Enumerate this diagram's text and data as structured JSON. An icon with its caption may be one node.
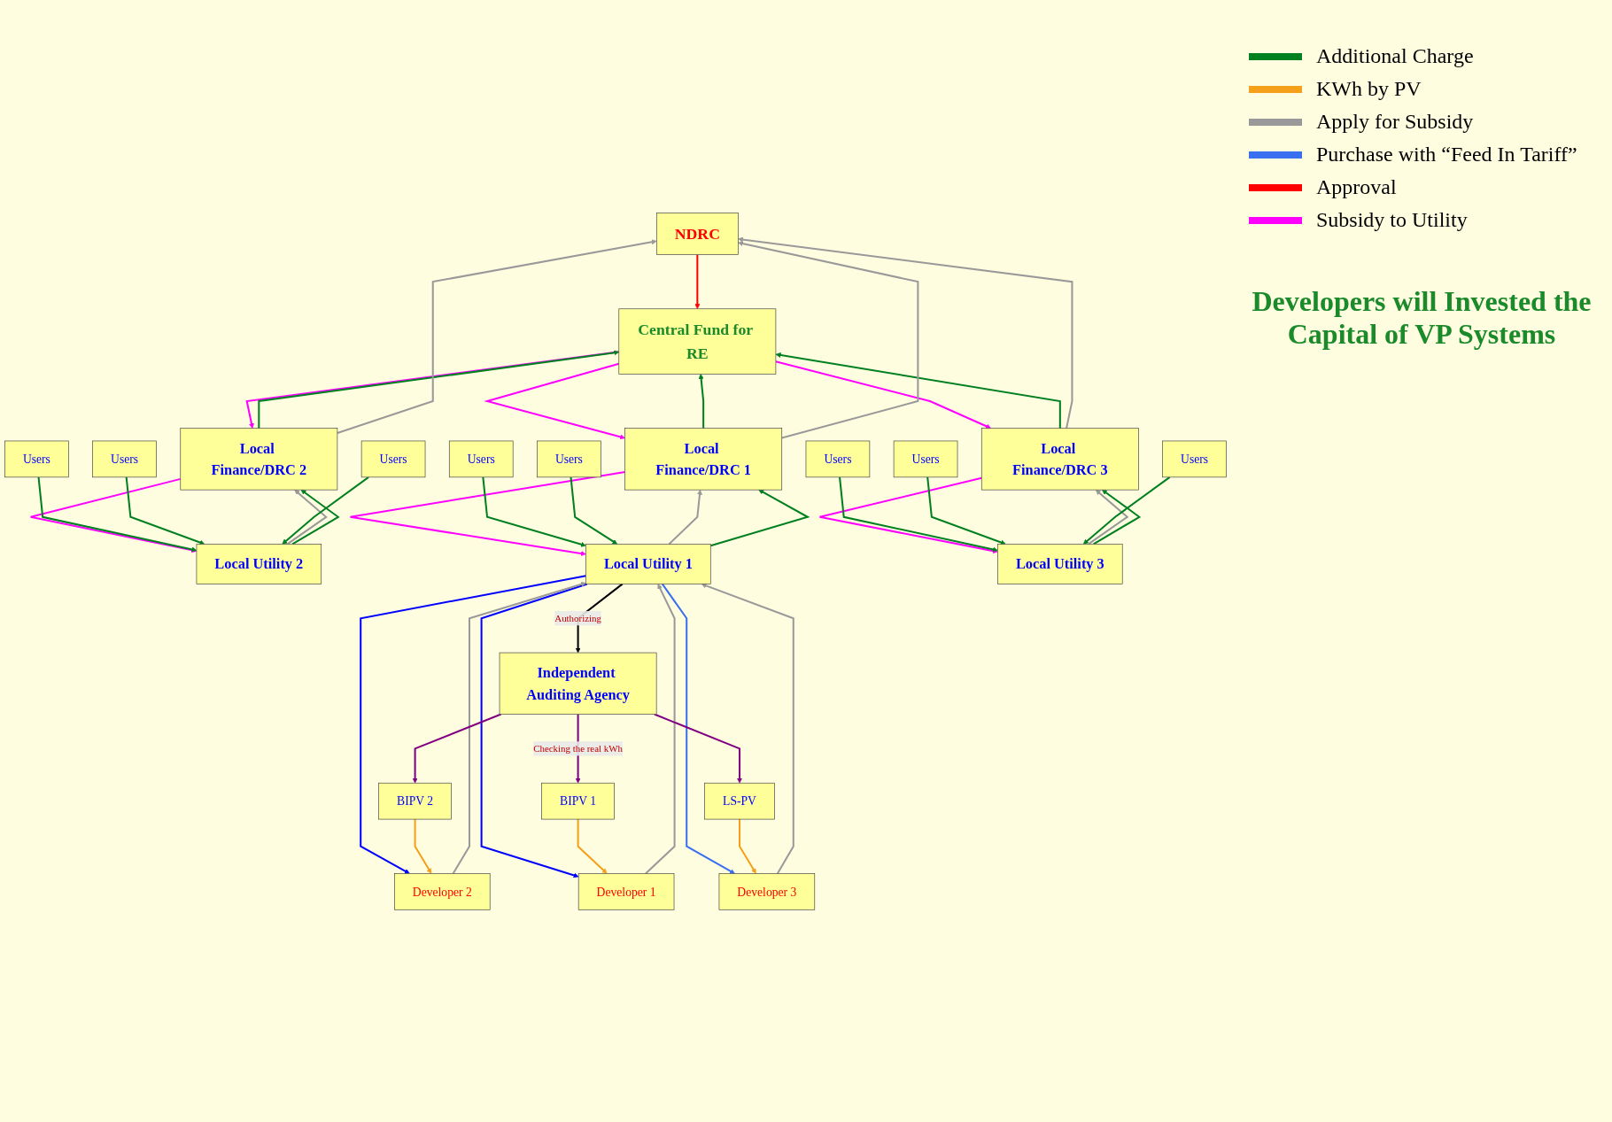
{
  "diagram": {
    "nodes": [
      {
        "text": [
          "Central Fund for RE"
        ]
      },
      {
        "text": [
          "NDRC"
        ]
      },
      {
        "text": [
          "Local Finance/DRC 2"
        ]
      },
      {
        "text": [
          "Local Finance/DRC 1"
        ]
      },
      {
        "text": [
          "Local Finance/DRC 3"
        ]
      },
      {
        "text": [
          "Local Utility 2"
        ]
      },
      {
        "text": [
          "Local Utility 1"
        ]
      },
      {
        "text": [
          "Local Utility 3"
        ]
      },
      {
        "text": [
          "Users"
        ]
      },
      {
        "text": [
          "Users"
        ]
      },
      {
        "text": [
          "Users"
        ]
      },
      {
        "text": [
          "Users"
        ]
      },
      {
        "text": [
          "Users"
        ]
      },
      {
        "text": [
          "Users"
        ]
      },
      {
        "text": [
          "Users"
        ]
      },
      {
        "text": [
          "Users"
        ]
      },
      {
        "text": [
          "Independent Auditing Agency"
        ]
      },
      {
        "text": [
          "Developer 2"
        ]
      },
      {
        "text": [
          "Developer 1"
        ]
      },
      {
        "text": [
          "Developer 3"
        ]
      },
      {
        "text": [
          "BIPV 2"
        ]
      },
      {
        "text": [
          "BIPV 1"
        ]
      },
      {
        "text": [
          "LS-PV"
        ]
      }
    ],
    "edges": [
      {
        "from": 1,
        "to": 0,
        "arrow": "to",
        "color": "#ff0000"
      },
      {
        "from": 0,
        "to": 2,
        "arrow": "to",
        "color": "#ff00ff"
      },
      {
        "from": 0,
        "to": 3,
        "arrow": "to",
        "color": "#ff00ff"
      },
      {
        "from": 0,
        "to": 4,
        "arrow": "to",
        "color": "#ff00ff"
      },
      {
        "from": 2,
        "to": 0,
        "arrow": "to"
      },
      {
        "from": 3,
        "to": 0,
        "arrow": "to"
      },
      {
        "from": 4,
        "to": 0,
        "arrow": "to"
      },
      {
        "from": 2,
        "to": 1,
        "arrow": "to",
        "color": "#999999"
      },
      {
        "from": 3,
        "to": 1,
        "arrow": "to",
        "color": "#999999"
      },
      {
        "from": 4,
        "to": 1,
        "arrow": "to",
        "color": "#999999"
      },
      {
        "from": 2,
        "to": 5,
        "arrow": "to",
        "color": "#ff00ff"
      },
      {
        "from": 5,
        "to": 2,
        "arrow": "to",
        "color": "#999999"
      },
      {
        "from": 5,
        "to": 2,
        "arrow": "to"
      },
      {
        "from": 3,
        "to": 6,
        "arrow": "to",
        "color": "#ff00ff"
      },
      {
        "from": 6,
        "to": 3,
        "arrow": "to",
        "color": "#999999"
      },
      {
        "from": 6,
        "to": 3,
        "arrow": "to"
      },
      {
        "from": 4,
        "to": 7,
        "arrow": "to",
        "color": "#ff00ff"
      },
      {
        "from": 7,
        "to": 4,
        "arrow": "to",
        "color": "#999999"
      },
      {
        "from": 7,
        "to": 4,
        "arrow": "to"
      },
      {
        "from": 8,
        "to": 5,
        "arrow": "to"
      },
      {
        "from": 9,
        "to": 5,
        "arrow": "to"
      },
      {
        "from": 10,
        "to": 5,
        "arrow": "to"
      },
      {
        "from": 11,
        "to": 6,
        "arrow": "to"
      },
      {
        "from": 12,
        "to": 6,
        "arrow": "to"
      },
      {
        "from": 13,
        "to": 7,
        "arrow": "to"
      },
      {
        "from": 14,
        "to": 7,
        "arrow": "to"
      },
      {
        "from": 15,
        "to": 7,
        "arrow": "to"
      },
      {
        "from": 6,
        "to": 16,
        "arrow": "to",
        "label": "Authorizing",
        "color": "#000000"
      },
      {
        "from": 6,
        "to": 17,
        "arrow": "to",
        "color": "#0000ff"
      },
      {
        "from": 6,
        "to": 18,
        "arrow": "to",
        "color": "#0000ff"
      },
      {
        "from": 6,
        "to": 19,
        "arrow": "to",
        "color": "#3a6ff0"
      },
      {
        "from": 17,
        "to": 6,
        "arrow": "to",
        "color": "#999999"
      },
      {
        "from": 18,
        "to": 6,
        "arrow": "to",
        "color": "#999999"
      },
      {
        "from": 19,
        "to": 6,
        "arrow": "to",
        "color": "#999999"
      },
      {
        "from": 20,
        "to": 17,
        "arrow": "to",
        "color": "#f5a01a"
      },
      {
        "from": 21,
        "to": 18,
        "arrow": "to",
        "color": "#f5a01a"
      },
      {
        "from": 22,
        "to": 19,
        "arrow": "to",
        "color": "#f5a01a"
      },
      {
        "from": 16,
        "to": 20,
        "arrow": "to",
        "color": "#800080"
      },
      {
        "from": 16,
        "to": 21,
        "arrow": "to",
        "label": "Checking the real kWh",
        "color": "#800080"
      },
      {
        "from": 16,
        "to": 22,
        "arrow": "to",
        "color": "#800080"
      }
    ],
    "labels": [
      "Developers will Invested the Capital of VP Systems"
    ],
    "legend": [
      {
        "text": "Additional Charge",
        "color": "#008020"
      },
      {
        "text": "KWh by PV",
        "color": "#f5a01a"
      },
      {
        "text": "Apply for Subsidy",
        "color": "#999999"
      },
      {
        "text": "Purchase with “Feed In Tariff”",
        "color": "#3a6ff0"
      },
      {
        "text": "Approval",
        "color": "#ff0000"
      },
      {
        "text": "Subsidy to Utility",
        "color": "#ff00ff"
      }
    ]
  }
}
